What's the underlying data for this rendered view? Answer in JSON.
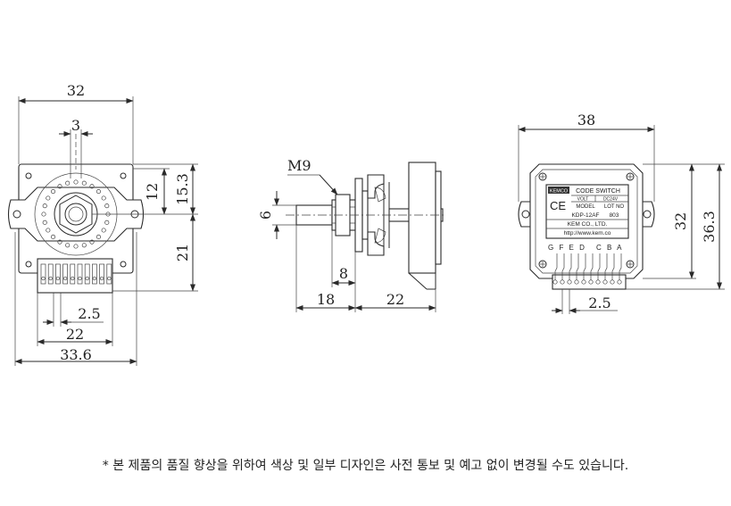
{
  "front_view": {
    "dims": {
      "overall_width": "32",
      "shaft_width": "3",
      "upper_height": "12",
      "flange_height": "15.3",
      "lower_height": "21",
      "pin_pitch": "2.5",
      "pin_span": "22",
      "total_width": "33.6"
    }
  },
  "side_view": {
    "dims": {
      "thread": "M9",
      "shaft_dia": "6",
      "thread_length": "8",
      "shaft_length": "18",
      "body_length": "22"
    }
  },
  "rear_view": {
    "dims": {
      "overall_width": "38",
      "body_height": "32",
      "total_height": "36.3",
      "pin_pitch": "2.5"
    },
    "label": {
      "brand": "KEMCO",
      "title": "CODE SWITCH",
      "volt": "VOLT",
      "dc": "DC24V",
      "mark": "CE",
      "model": "MODEL",
      "lot": "LOT NO",
      "model_no": "KDP-12AF",
      "lot_no": "803",
      "company": "KEM CO., LTD.",
      "url": "http://www.kem.co"
    },
    "terminals_left": "G F E D",
    "terminals_right": "C B A"
  },
  "footnote": "* 본 제품의 품질 향상을 위하여 색상 및 일부 디자인은 사전 통보 및 예고 없이 변경될 수도 있습니다."
}
